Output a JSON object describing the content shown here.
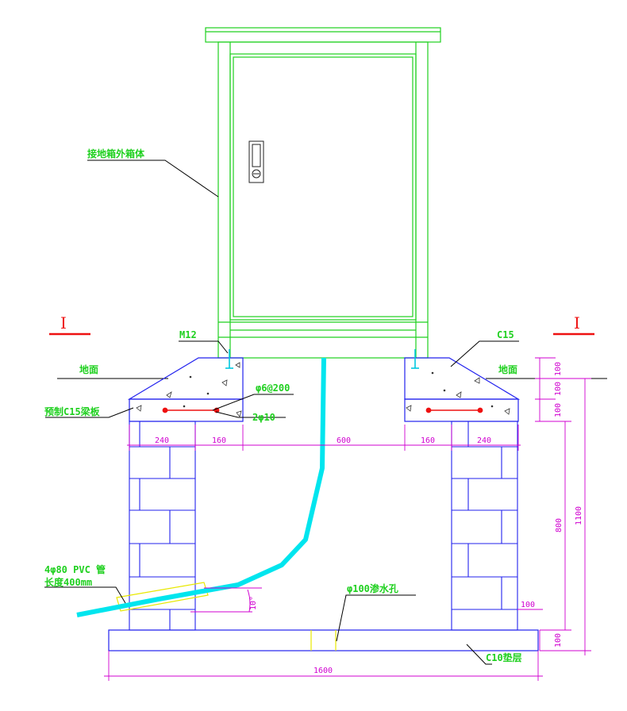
{
  "labels": {
    "cabinet": "接地箱外箱体",
    "m12": "M12",
    "c15": "C15",
    "ground_left": "地面",
    "ground_right": "地面",
    "precast_beam": "预制C15梁板",
    "stirrup": "φ6@200",
    "rebar": "2φ10",
    "pvc_line1": "4φ80 PVC 管",
    "pvc_line2": "长度400mm",
    "drain_hole": "φ100渗水孔",
    "cushion": "C10垫层",
    "section_left": "I",
    "section_right": "I",
    "angle": "10°"
  },
  "dimensions": {
    "d240_left": "240",
    "d160_left": "160",
    "d600": "600",
    "d160_right": "160",
    "d240_right": "240",
    "d1600": "1600",
    "r100_a": "100",
    "r100_b": "100",
    "r100_c": "100",
    "r800": "800",
    "r1100": "1100",
    "r100_d": "100",
    "r100_e": "100"
  },
  "colors": {
    "cabinet": "#1fd01f",
    "structure": "#2222ee",
    "dimension": "#d000d0",
    "cable": "#00e5ee",
    "rebar": "#ee1111",
    "pvc": "#e8e800",
    "leader": "#000000"
  }
}
